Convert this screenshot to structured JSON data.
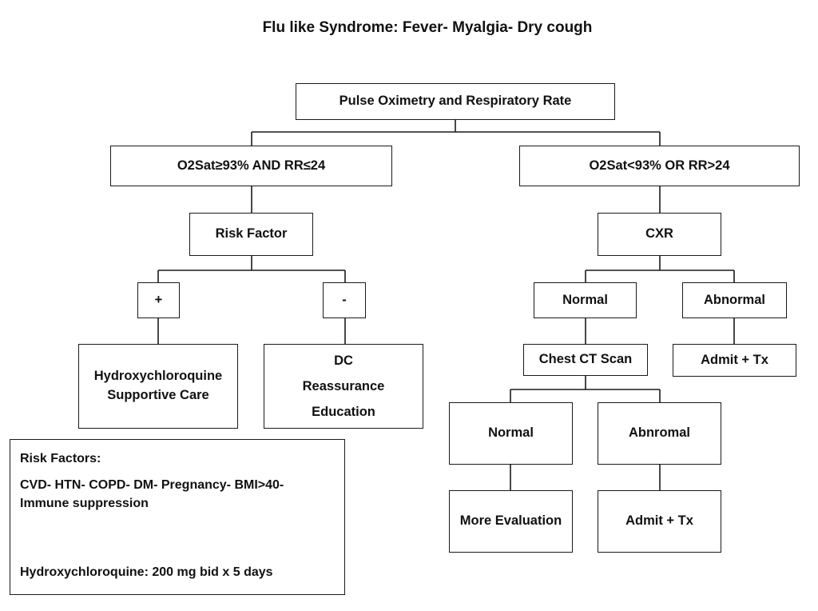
{
  "title": "Flu like Syndrome: Fever- Myalgia- Dry cough",
  "nodes": {
    "root": "Pulse Oximetry and Respiratory Rate",
    "left_branch": "O2Sat≥93% AND RR≤24",
    "right_branch": "O2Sat<93% OR RR>24",
    "risk_factor": "Risk Factor",
    "cxr": "CXR",
    "plus": "+",
    "minus": "-",
    "cxr_normal": "Normal",
    "cxr_abnormal": "Abnormal",
    "hcq_lines": [
      "Hydroxychloroquine",
      "Supportive Care"
    ],
    "dc_lines": [
      "DC",
      "Reassurance",
      "Education"
    ],
    "chest_ct": "Chest CT Scan",
    "admit_tx_1": "Admit + Tx",
    "ct_normal": "Normal",
    "ct_abnormal": "Abnromal",
    "more_evaluation": "More Evaluation",
    "admit_tx_2": "Admit + Tx"
  },
  "legend": {
    "heading": "Risk Factors:",
    "factors_lines": [
      "CVD- HTN- COPD- DM- Pregnancy- BMI>40-",
      "Immune suppression"
    ],
    "dosage": "Hydroxychloroquine: 200 mg bid x 5 days"
  }
}
